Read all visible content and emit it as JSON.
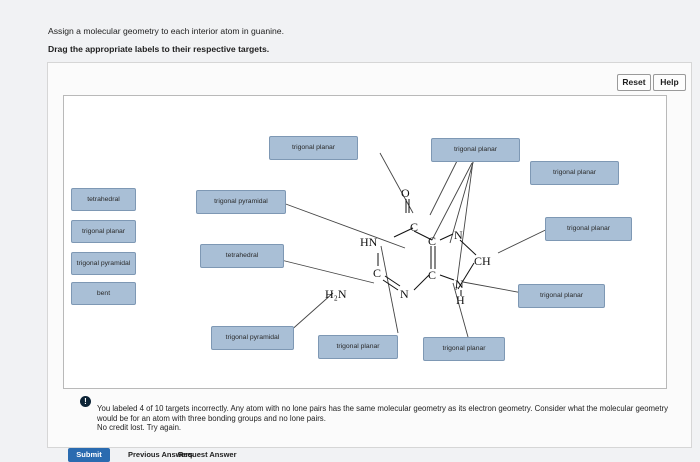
{
  "instructions": {
    "line1": "Assign a molecular geometry to each interior atom in guanine.",
    "line2": "Drag the appropriate labels to their respective targets."
  },
  "toolbar": {
    "reset_label": "Reset",
    "help_label": "Help"
  },
  "label_bank": [
    "tetrahedral",
    "trigonal planar",
    "trigonal pyramidal",
    "bent"
  ],
  "targets": [
    "trigonal pyramidal",
    "tetrahedral",
    "trigonal pyramidal",
    "trigonal planar",
    "trigonal planar",
    "trigonal planar",
    "trigonal planar",
    "trigonal planar",
    "trigonal planar",
    "trigonal planar"
  ],
  "atoms": {
    "o": "O",
    "c_carbonyl": "C",
    "hn": "HN",
    "c_left": "C",
    "h2n": "H₂N",
    "n_bottom": "N",
    "c_center_top": "C",
    "c_center_bottom": "C",
    "n_top_right": "N",
    "ch": "CH",
    "n_bottom_right": "N",
    "h": "H"
  },
  "feedback": {
    "icon": "!",
    "line1": "You labeled 4 of 10 targets incorrectly. Any atom with no lone pairs has the same molecular geometry as its electron geometry. Consider what the molecular geometry would be for an atom with three bonding groups and no lone pairs.",
    "line2": "No credit lost. Try again."
  },
  "footer": {
    "submit_label": "Submit",
    "previous_label": "Previous Answers",
    "request_label": "Request Answer"
  },
  "colors": {
    "label_fill": "#a9bfd6",
    "submit_fill": "#2a6bb0"
  },
  "icons": [
    "alert-icon"
  ]
}
